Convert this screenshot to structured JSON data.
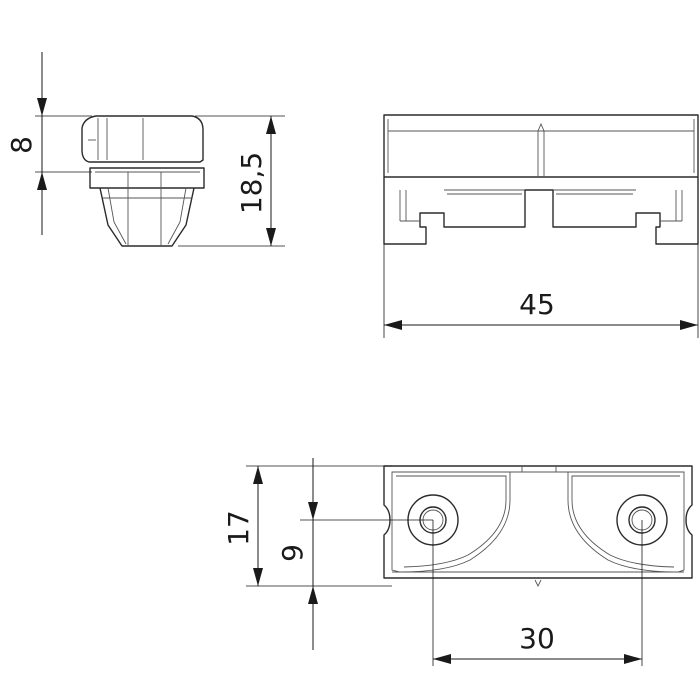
{
  "drawing": {
    "colors": {
      "line": "#2b2b2b",
      "dimension": "#1a1a1a",
      "background": "#ffffff"
    },
    "dimensions": {
      "top_height": "8",
      "total_height": "18,5",
      "length": "45",
      "width": "17",
      "hole_offset": "9",
      "hole_spacing": "30"
    }
  }
}
